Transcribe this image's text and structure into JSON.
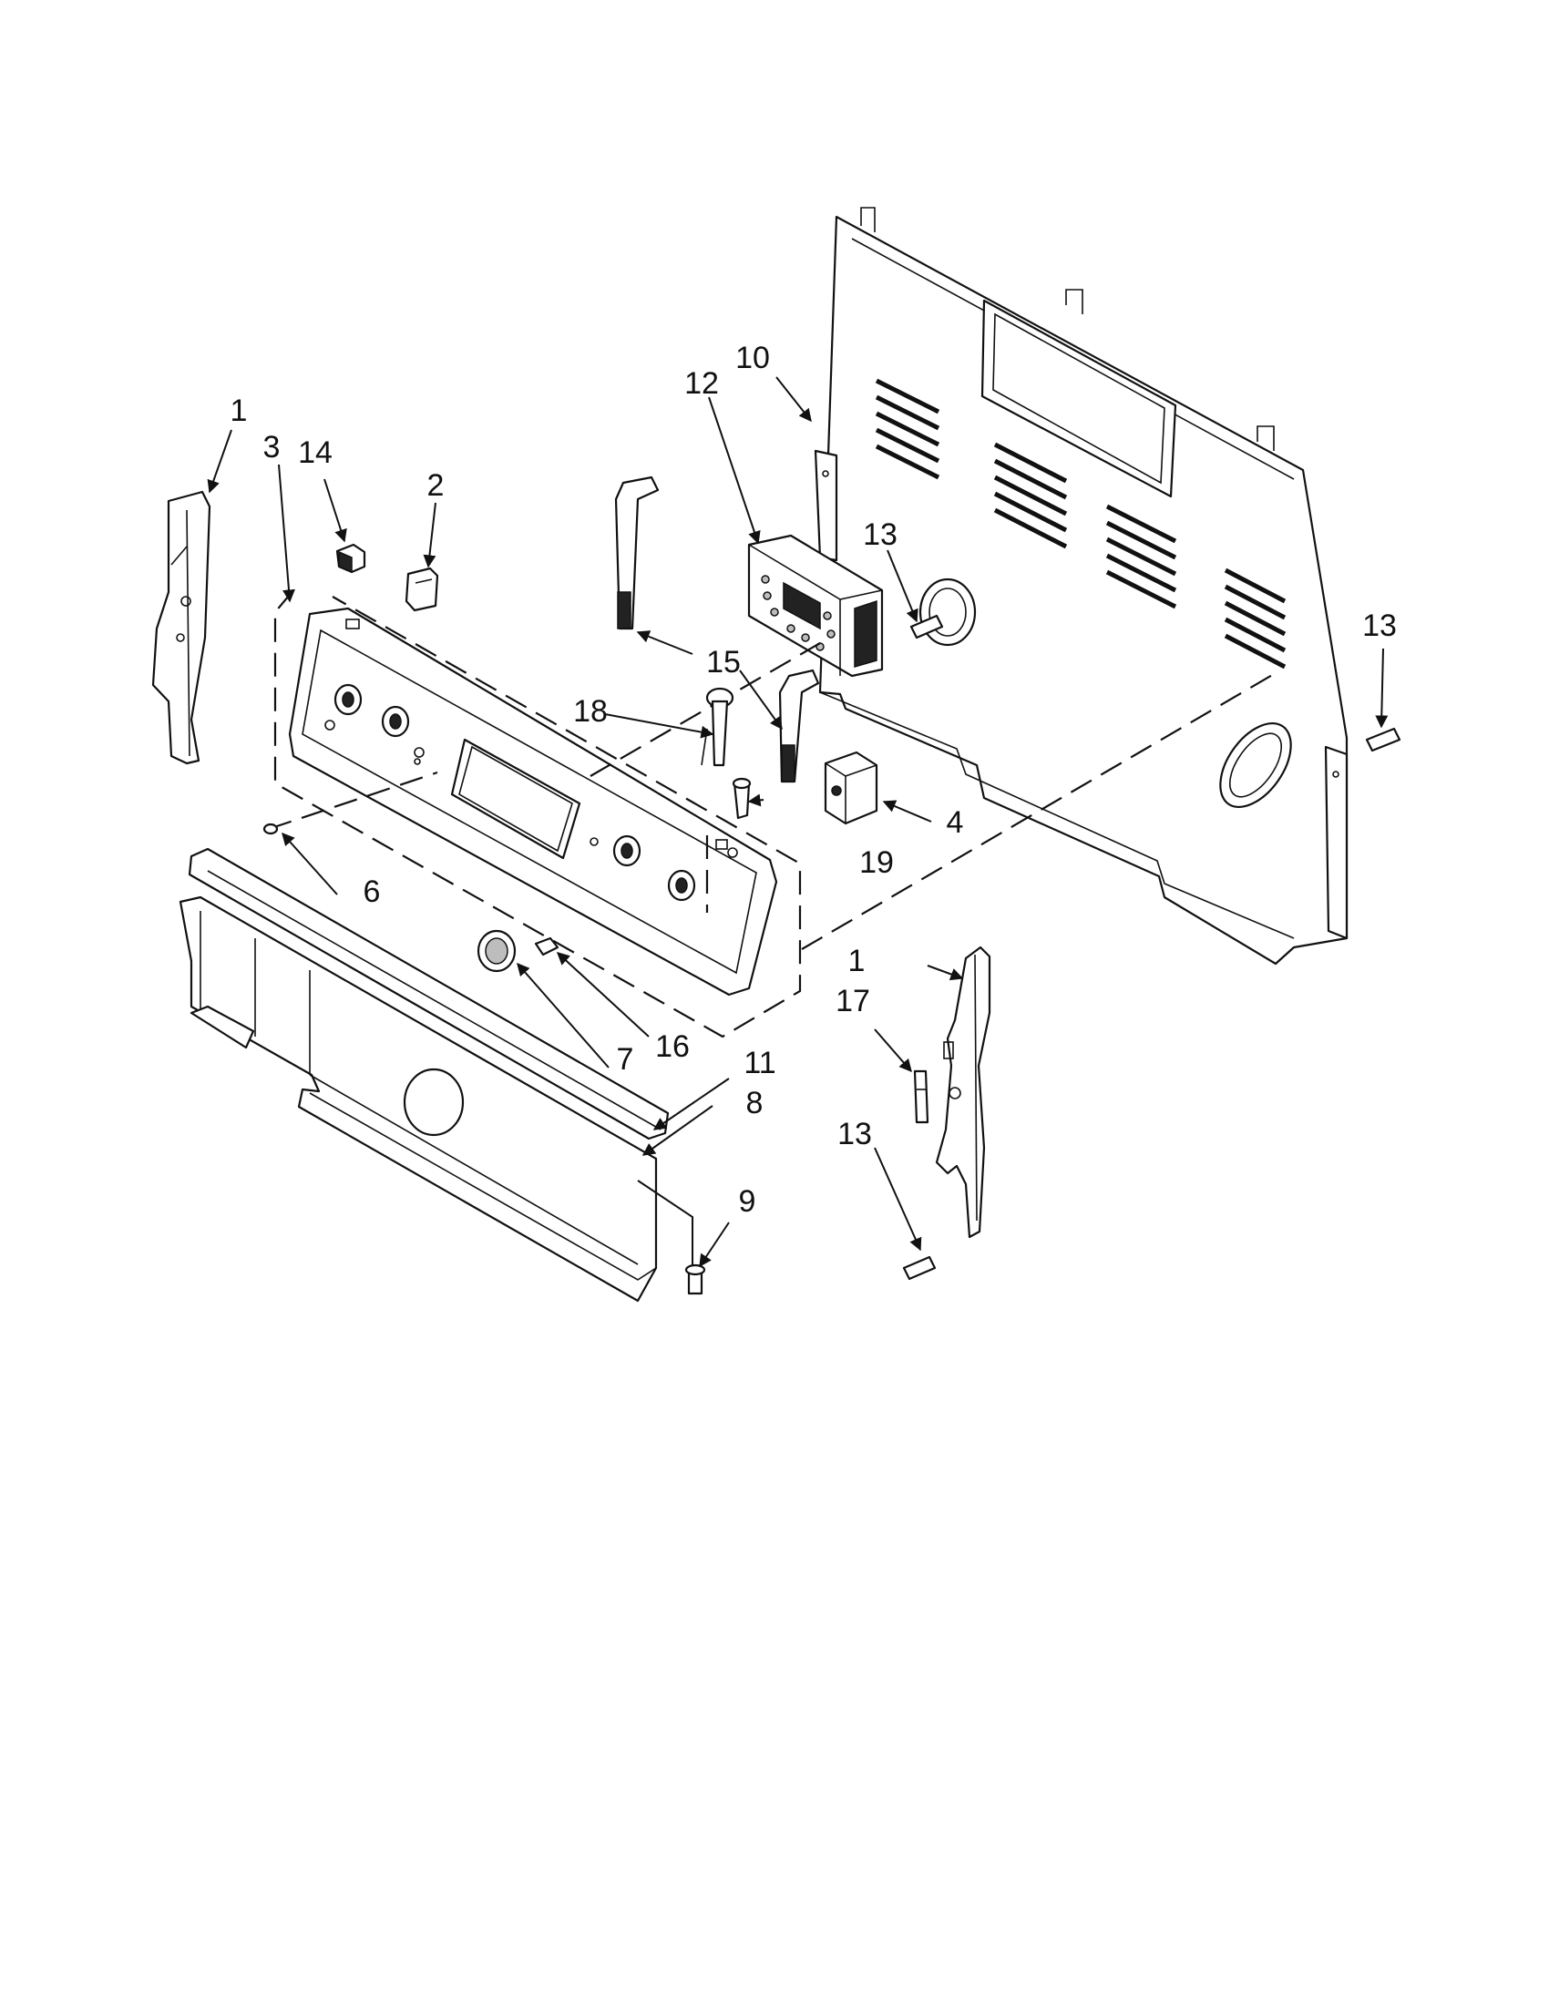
{
  "diagram": {
    "callouts": {
      "c1_left": "1",
      "c1_right": "1",
      "c2": "2",
      "c3": "3",
      "c4": "4",
      "c6": "6",
      "c7": "7",
      "c8": "8",
      "c9": "9",
      "c10": "10",
      "c11": "11",
      "c12": "12",
      "c13_upper": "13",
      "c13_right": "13",
      "c13_lower": "13",
      "c14": "14",
      "c15": "15",
      "c16": "16",
      "c17": "17",
      "c18": "18",
      "c19": "19"
    },
    "line_color": "#111111",
    "background": "#ffffff"
  }
}
